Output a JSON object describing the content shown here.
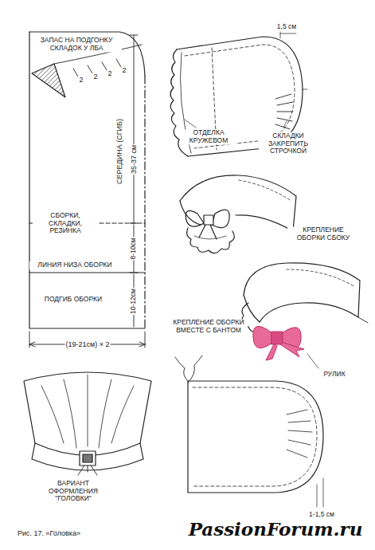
{
  "diagram": {
    "caption": "Рис. 17. «Головка»",
    "labels": [
      "ЗАПАС НА ПОДГОНКУ СКЛАДОК У ЛБА",
      "2",
      "2",
      "2",
      "2",
      "СЕРЕДИНА (СГИБ)",
      "35-37 см",
      "СБОРКИ, СКЛАДКИ, РЕЗИНКА",
      "8-10см",
      "ЛИНИЯ НИЗА ОБОРКИ",
      "ПОДГИБ ОБОРКИ",
      "10-12см",
      "(19-21см) × 2",
      "1,5 см",
      "ОТДЕЛКА КРУЖЕВОМ",
      "СКЛАДКИ ЗАКРЕПИТЬ СТРОЧКОЙ",
      "КРЕПЛЕНИЕ ОБОРКИ СБОКУ",
      "КРЕПЛЕНИЕ ОБОРКИ ВМЕСТЕ С БАНТОМ",
      "РУЛИК",
      "ВАРИАНТ ОФОРМЛЕНИЯ \"ГОЛОВКИ\"",
      "1-1,5 см",
      "PassionForum.ru"
    ]
  }
}
